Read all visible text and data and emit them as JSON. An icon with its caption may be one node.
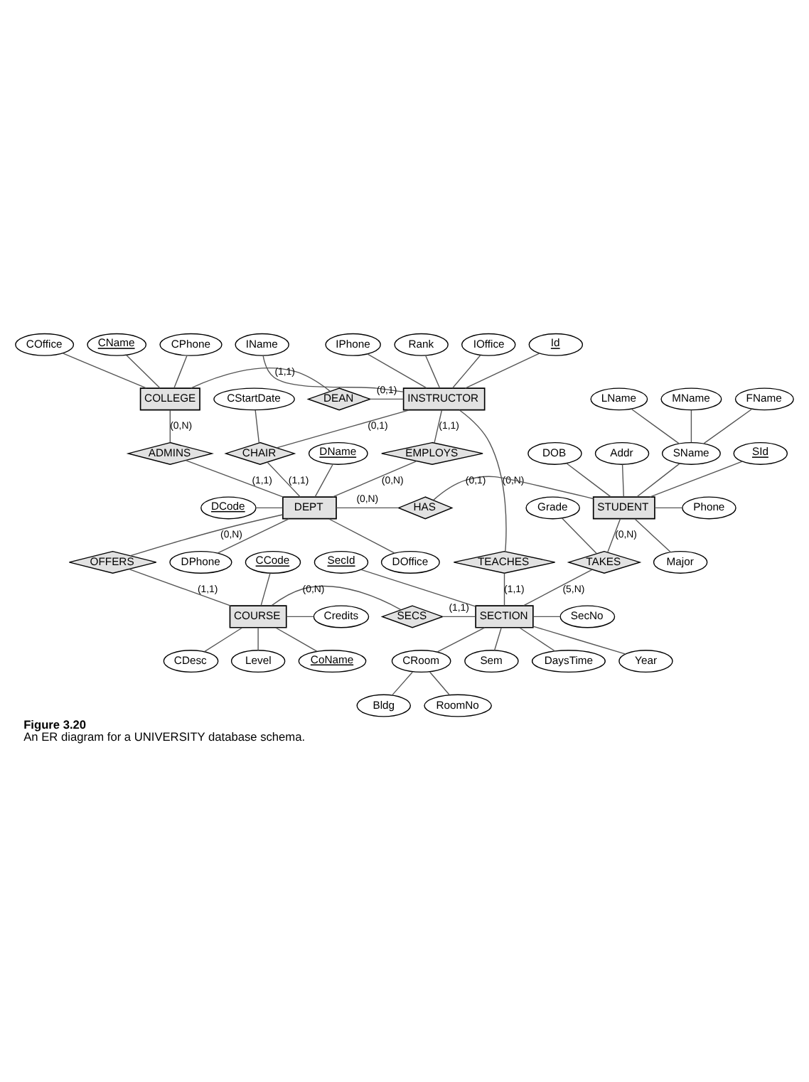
{
  "diagram": {
    "title": "Figure 3.20",
    "caption": "An ER diagram for a UNIVERSITY database schema.",
    "nodes": [
      {
        "text": [
          "COffice"
        ]
      },
      {
        "text": [
          "Rank"
        ]
      },
      {
        "text": [
          "IOffice"
        ]
      },
      {
        "text": [
          "CName"
        ]
      },
      {
        "text": [
          "CPhone"
        ]
      },
      {
        "text": [
          "Id"
        ]
      },
      {
        "text": [
          "IName"
        ]
      },
      {
        "text": [
          "IPhone"
        ]
      },
      {
        "text": [
          "COLLEGE"
        ]
      },
      {
        "text": [
          "DEAN"
        ]
      },
      {
        "text": [
          "INSTRUCTOR"
        ]
      },
      {
        "text": [
          "CStartDate"
        ]
      },
      {
        "text": [
          "CHAIR"
        ]
      },
      {
        "text": [
          "ADMINS"
        ]
      },
      {
        "text": [
          "MName"
        ]
      },
      {
        "text": [
          "EMPLOYS"
        ]
      },
      {
        "text": [
          "FName"
        ]
      },
      {
        "text": [
          "LName"
        ]
      },
      {
        "text": [
          "DName"
        ]
      },
      {
        "text": [
          "SId"
        ]
      },
      {
        "text": [
          "SName"
        ]
      },
      {
        "text": [
          "DOB"
        ]
      },
      {
        "text": [
          "Addr"
        ]
      },
      {
        "text": [
          "DCode"
        ]
      },
      {
        "text": [
          "DEPT"
        ]
      },
      {
        "text": [
          "HAS"
        ]
      },
      {
        "text": [
          "STUDENT"
        ]
      },
      {
        "text": [
          "Phone"
        ]
      },
      {
        "text": [
          "DOffice"
        ]
      },
      {
        "text": [
          "Major"
        ]
      },
      {
        "text": [
          "DPhone"
        ]
      },
      {
        "text": [
          "Grade"
        ]
      },
      {
        "text": [
          "OFFERS"
        ]
      },
      {
        "text": [
          "TAKES"
        ]
      },
      {
        "text": [
          "TEACHES"
        ]
      },
      {
        "text": [
          "CCode"
        ]
      },
      {
        "text": [
          "SecId"
        ]
      },
      {
        "text": [
          "COURSE"
        ]
      },
      {
        "text": [
          "SECS"
        ]
      },
      {
        "text": [
          "SECTION"
        ]
      },
      {
        "text": [
          "SecNo"
        ]
      },
      {
        "text": [
          "Credits"
        ]
      },
      {
        "text": [
          "Sem"
        ]
      },
      {
        "text": [
          "CoName"
        ]
      },
      {
        "text": [
          "CDesc"
        ]
      },
      {
        "text": [
          "DaysTime"
        ]
      },
      {
        "text": [
          "Year"
        ]
      },
      {
        "text": [
          "Level"
        ]
      },
      {
        "text": [
          "CRoom"
        ]
      },
      {
        "text": [
          "Bldg"
        ]
      },
      {
        "text": [
          "RoomNo"
        ]
      }
    ],
    "edges": [
      {
        "from": 0,
        "to": 8,
        "arrow": "none"
      },
      {
        "from": 3,
        "to": 8,
        "arrow": "none"
      },
      {
        "from": 4,
        "to": 8,
        "arrow": "none"
      },
      {
        "from": 1,
        "to": 10,
        "arrow": "none"
      },
      {
        "from": 2,
        "to": 10,
        "arrow": "none"
      },
      {
        "from": 5,
        "to": 10,
        "arrow": "none"
      },
      {
        "from": 6,
        "to": 10,
        "arrow": "none"
      },
      {
        "from": 7,
        "to": 10,
        "arrow": "none"
      },
      {
        "from": 8,
        "to": 9,
        "arrow": "none",
        "label": "(1,1)"
      },
      {
        "from": 9,
        "to": 10,
        "arrow": "none",
        "label": "(0,1)"
      },
      {
        "from": 11,
        "to": 12,
        "arrow": "none"
      },
      {
        "from": 10,
        "to": 12,
        "arrow": "none",
        "label": "(0,1)"
      },
      {
        "from": 8,
        "to": 13,
        "arrow": "none",
        "label": "(0,N)"
      },
      {
        "from": 10,
        "to": 15,
        "arrow": "none",
        "label": "(1,1)"
      },
      {
        "from": 10,
        "to": 34,
        "arrow": "none",
        "label": "(0,N)"
      },
      {
        "from": 14,
        "to": 20,
        "arrow": "none"
      },
      {
        "from": 16,
        "to": 20,
        "arrow": "none"
      },
      {
        "from": 17,
        "to": 20,
        "arrow": "none"
      },
      {
        "from": 13,
        "to": 24,
        "arrow": "none",
        "label": "(1,1)"
      },
      {
        "from": 12,
        "to": 24,
        "arrow": "none",
        "label": "(1,1)"
      },
      {
        "from": 15,
        "to": 24,
        "arrow": "none",
        "label": "(0,N)"
      },
      {
        "from": 18,
        "to": 24,
        "arrow": "none"
      },
      {
        "from": 23,
        "to": 24,
        "arrow": "none"
      },
      {
        "from": 24,
        "to": 28,
        "arrow": "none"
      },
      {
        "from": 24,
        "to": 30,
        "arrow": "none"
      },
      {
        "from": 19,
        "to": 26,
        "arrow": "none"
      },
      {
        "from": 21,
        "to": 26,
        "arrow": "none"
      },
      {
        "from": 20,
        "to": 26,
        "arrow": "none"
      },
      {
        "from": 22,
        "to": 26,
        "arrow": "none"
      },
      {
        "from": 26,
        "to": 27,
        "arrow": "none"
      },
      {
        "from": 26,
        "to": 29,
        "arrow": "none"
      },
      {
        "from": 24,
        "to": 25,
        "arrow": "none",
        "label": "(0,N)"
      },
      {
        "from": 25,
        "to": 26,
        "arrow": "none",
        "label": "(0,1)"
      },
      {
        "from": 24,
        "to": 32,
        "arrow": "none",
        "label": "(0,N)"
      },
      {
        "from": 26,
        "to": 33,
        "arrow": "none",
        "label": "(0,N)"
      },
      {
        "from": 31,
        "to": 33,
        "arrow": "none"
      },
      {
        "from": 32,
        "to": 37,
        "arrow": "none",
        "label": "(1,1)"
      },
      {
        "from": 33,
        "to": 39,
        "arrow": "none",
        "label": "(5,N)"
      },
      {
        "from": 34,
        "to": 39,
        "arrow": "none",
        "label": "(1,1)"
      },
      {
        "from": 35,
        "to": 37,
        "arrow": "none"
      },
      {
        "from": 37,
        "to": 41,
        "arrow": "none"
      },
      {
        "from": 37,
        "to": 43,
        "arrow": "none"
      },
      {
        "from": 37,
        "to": 47,
        "arrow": "none"
      },
      {
        "from": 37,
        "to": 44,
        "arrow": "none"
      },
      {
        "from": 37,
        "to": 38,
        "arrow": "none",
        "label": "(0,N)"
      },
      {
        "from": 38,
        "to": 39,
        "arrow": "none",
        "label": "(1,1)"
      },
      {
        "from": 36,
        "to": 39,
        "arrow": "none"
      },
      {
        "from": 39,
        "to": 40,
        "arrow": "none"
      },
      {
        "from": 39,
        "to": 42,
        "arrow": "none"
      },
      {
        "from": 39,
        "to": 45,
        "arrow": "none"
      },
      {
        "from": 39,
        "to": 46,
        "arrow": "none"
      },
      {
        "from": 39,
        "to": 48,
        "arrow": "none"
      },
      {
        "from": 48,
        "to": 49,
        "arrow": "none"
      },
      {
        "from": 48,
        "to": 50,
        "arrow": "none"
      }
    ]
  }
}
